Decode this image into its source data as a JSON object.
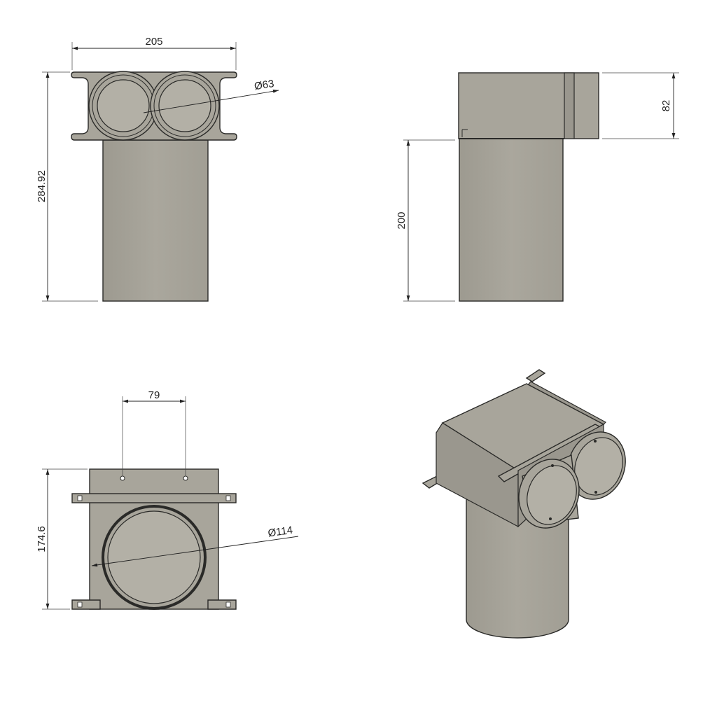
{
  "views": {
    "top_view": {
      "width_dim": "205",
      "height_dim": "284.92",
      "port_diameter": "Ø63"
    },
    "side_view": {
      "box_height_dim": "82",
      "pipe_length_dim": "200"
    },
    "bottom_view": {
      "port_spacing_dim": "79",
      "plate_height_dim": "174.6",
      "pipe_diameter": "Ø114"
    },
    "isometric_view": {}
  },
  "colors": {
    "part_fill": "#a8a59b",
    "outline": "#2a2a28",
    "background": "#ffffff"
  }
}
